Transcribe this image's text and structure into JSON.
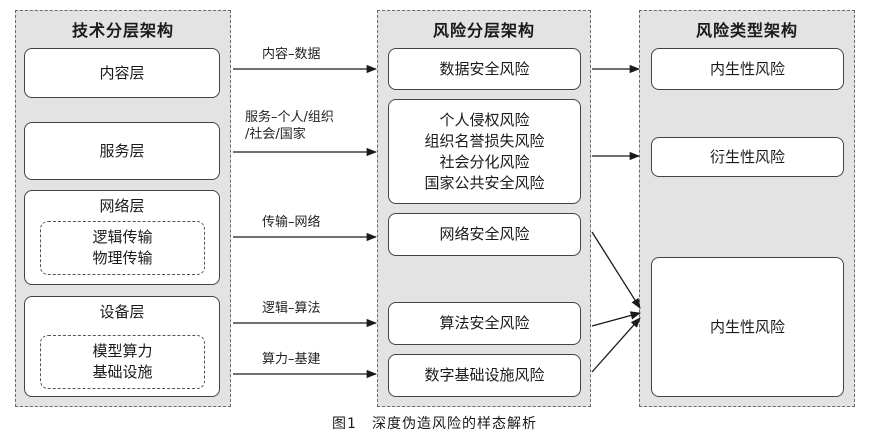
{
  "panels": {
    "tech": {
      "title": "技术分层架构",
      "content": "内容层",
      "service": "服务层",
      "network": {
        "title": "网络层",
        "lines": [
          "逻辑传输",
          "物理传输"
        ]
      },
      "device": {
        "title": "设备层",
        "lines": [
          "模型算力",
          "基础设施"
        ]
      }
    },
    "risk": {
      "title": "风险分层架构",
      "data_risk": "数据安全风险",
      "social_risks": [
        "个人侵权风险",
        "组织名誉损失风险",
        "社会分化风险",
        "国家公共安全风险"
      ],
      "network_risk": "网络安全风险",
      "algorithm_risk": "算法安全风险",
      "infra_risk": "数字基础设施风险"
    },
    "type": {
      "title": "风险类型架构",
      "endogenous_top": "内生性风险",
      "derivative": "衍生性风险",
      "endogenous_bottom": "内生性风险"
    }
  },
  "edges": {
    "content_data": "内容–数据",
    "service_social": [
      "服务–个人/组织",
      "/社会/国家"
    ],
    "transmission_network": "传输–网络",
    "logic_algorithm": "逻辑–算法",
    "compute_infra": "算力–基建"
  },
  "caption": "图1　深度伪造风险的样态解析"
}
